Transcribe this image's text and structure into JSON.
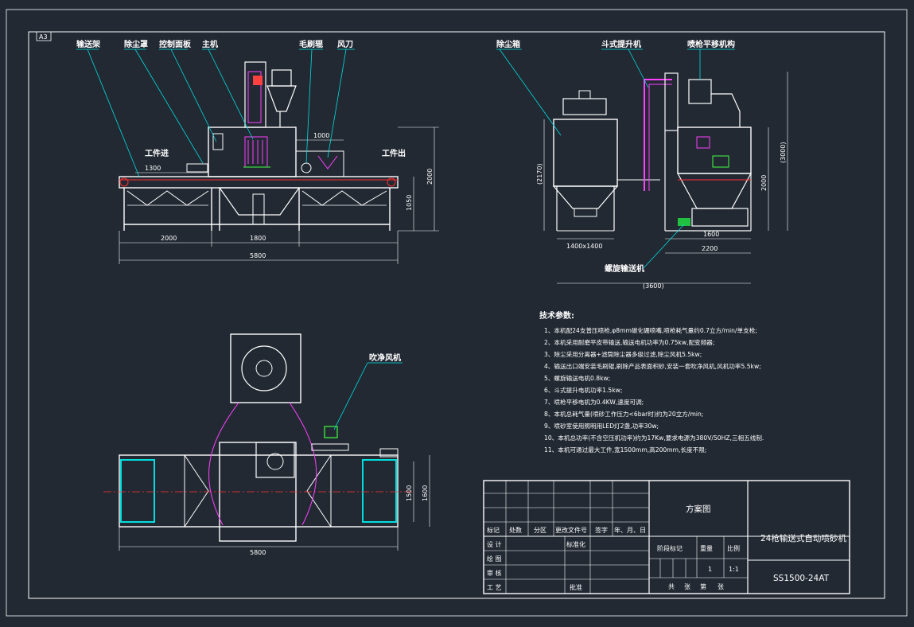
{
  "sheet": {
    "size": "A3"
  },
  "front_view": {
    "callouts": [
      "输送架",
      "除尘罩",
      "控制面板",
      "主机",
      "毛刷辊",
      "风刀"
    ],
    "work_in": "工件进",
    "work_out": "工件出",
    "dims": {
      "in_len": "1300",
      "brush_len": "1000",
      "left": "2000",
      "mid": "1800",
      "total": "5800",
      "height": "2000",
      "table_h": "1050"
    }
  },
  "side_view": {
    "callouts": [
      "除尘箱",
      "斗式提升机",
      "喷枪平移机构"
    ],
    "conveyor": "螺旋输送机",
    "dims": {
      "dust_h": "(2170)",
      "dust_w": "1400x1400",
      "width": "1600",
      "depth": "2200",
      "total": "(3600)",
      "height": "2000",
      "total_h": "(3000)"
    }
  },
  "top_view": {
    "callout": "吹净风机",
    "dims": {
      "total": "5800",
      "w1": "1500",
      "w2": "1600"
    }
  },
  "tech": {
    "title": "技术参数:",
    "items": [
      "1、本机配24支普压喷枪,φ8mm碳化硼喷嘴,喷枪耗气量约0.7立方/min/单支枪;",
      "2、本机采用耐磨平皮带输送,输送电机功率为0.75kw,配变频器;",
      "3、除尘采用分离器+滤筒除尘器多级过滤,除尘风机5.5kw;",
      "4、输送出口端安装毛刷辊,刷除产品表面积砂,安装一套吹净风机,风机功率5.5kw;",
      "5、螺旋输送电机0.8kw;",
      "6、斗式提升电机功率1.5kw;",
      "7、喷枪平移电机为0.4KW,速度可调;",
      "8、本机总耗气量(喷砂工作压力<6bar时)约为20立方/min;",
      "9、喷砂室使用照明用LED灯2盏,功率30w;",
      "10、本机总功率(不含空压机功率)约为17Kw,要求电源为380V/50HZ,三相五线制.",
      "11、本机可通过最大工件,宽1500mm,高200mm,长度不限;"
    ]
  },
  "title_block": {
    "scheme": "方案图",
    "product": "24枪输送式自动喷砂机",
    "model": "SS1500-24AT",
    "col_headers": [
      "标记",
      "处数",
      "分区",
      "更改文件号",
      "签字",
      "年、月、日"
    ],
    "rows": [
      "设 计",
      "绘 图",
      "审 核",
      "工 艺"
    ],
    "std": "标准化",
    "approve": "批准",
    "stage": "阶段标记",
    "weight": "重量",
    "scale_label": "比例",
    "qty": "1",
    "scale": "1:1",
    "sheets_total": "共",
    "sheets_page": "张",
    "sheet_no": "第",
    "sheet_end": "张"
  }
}
